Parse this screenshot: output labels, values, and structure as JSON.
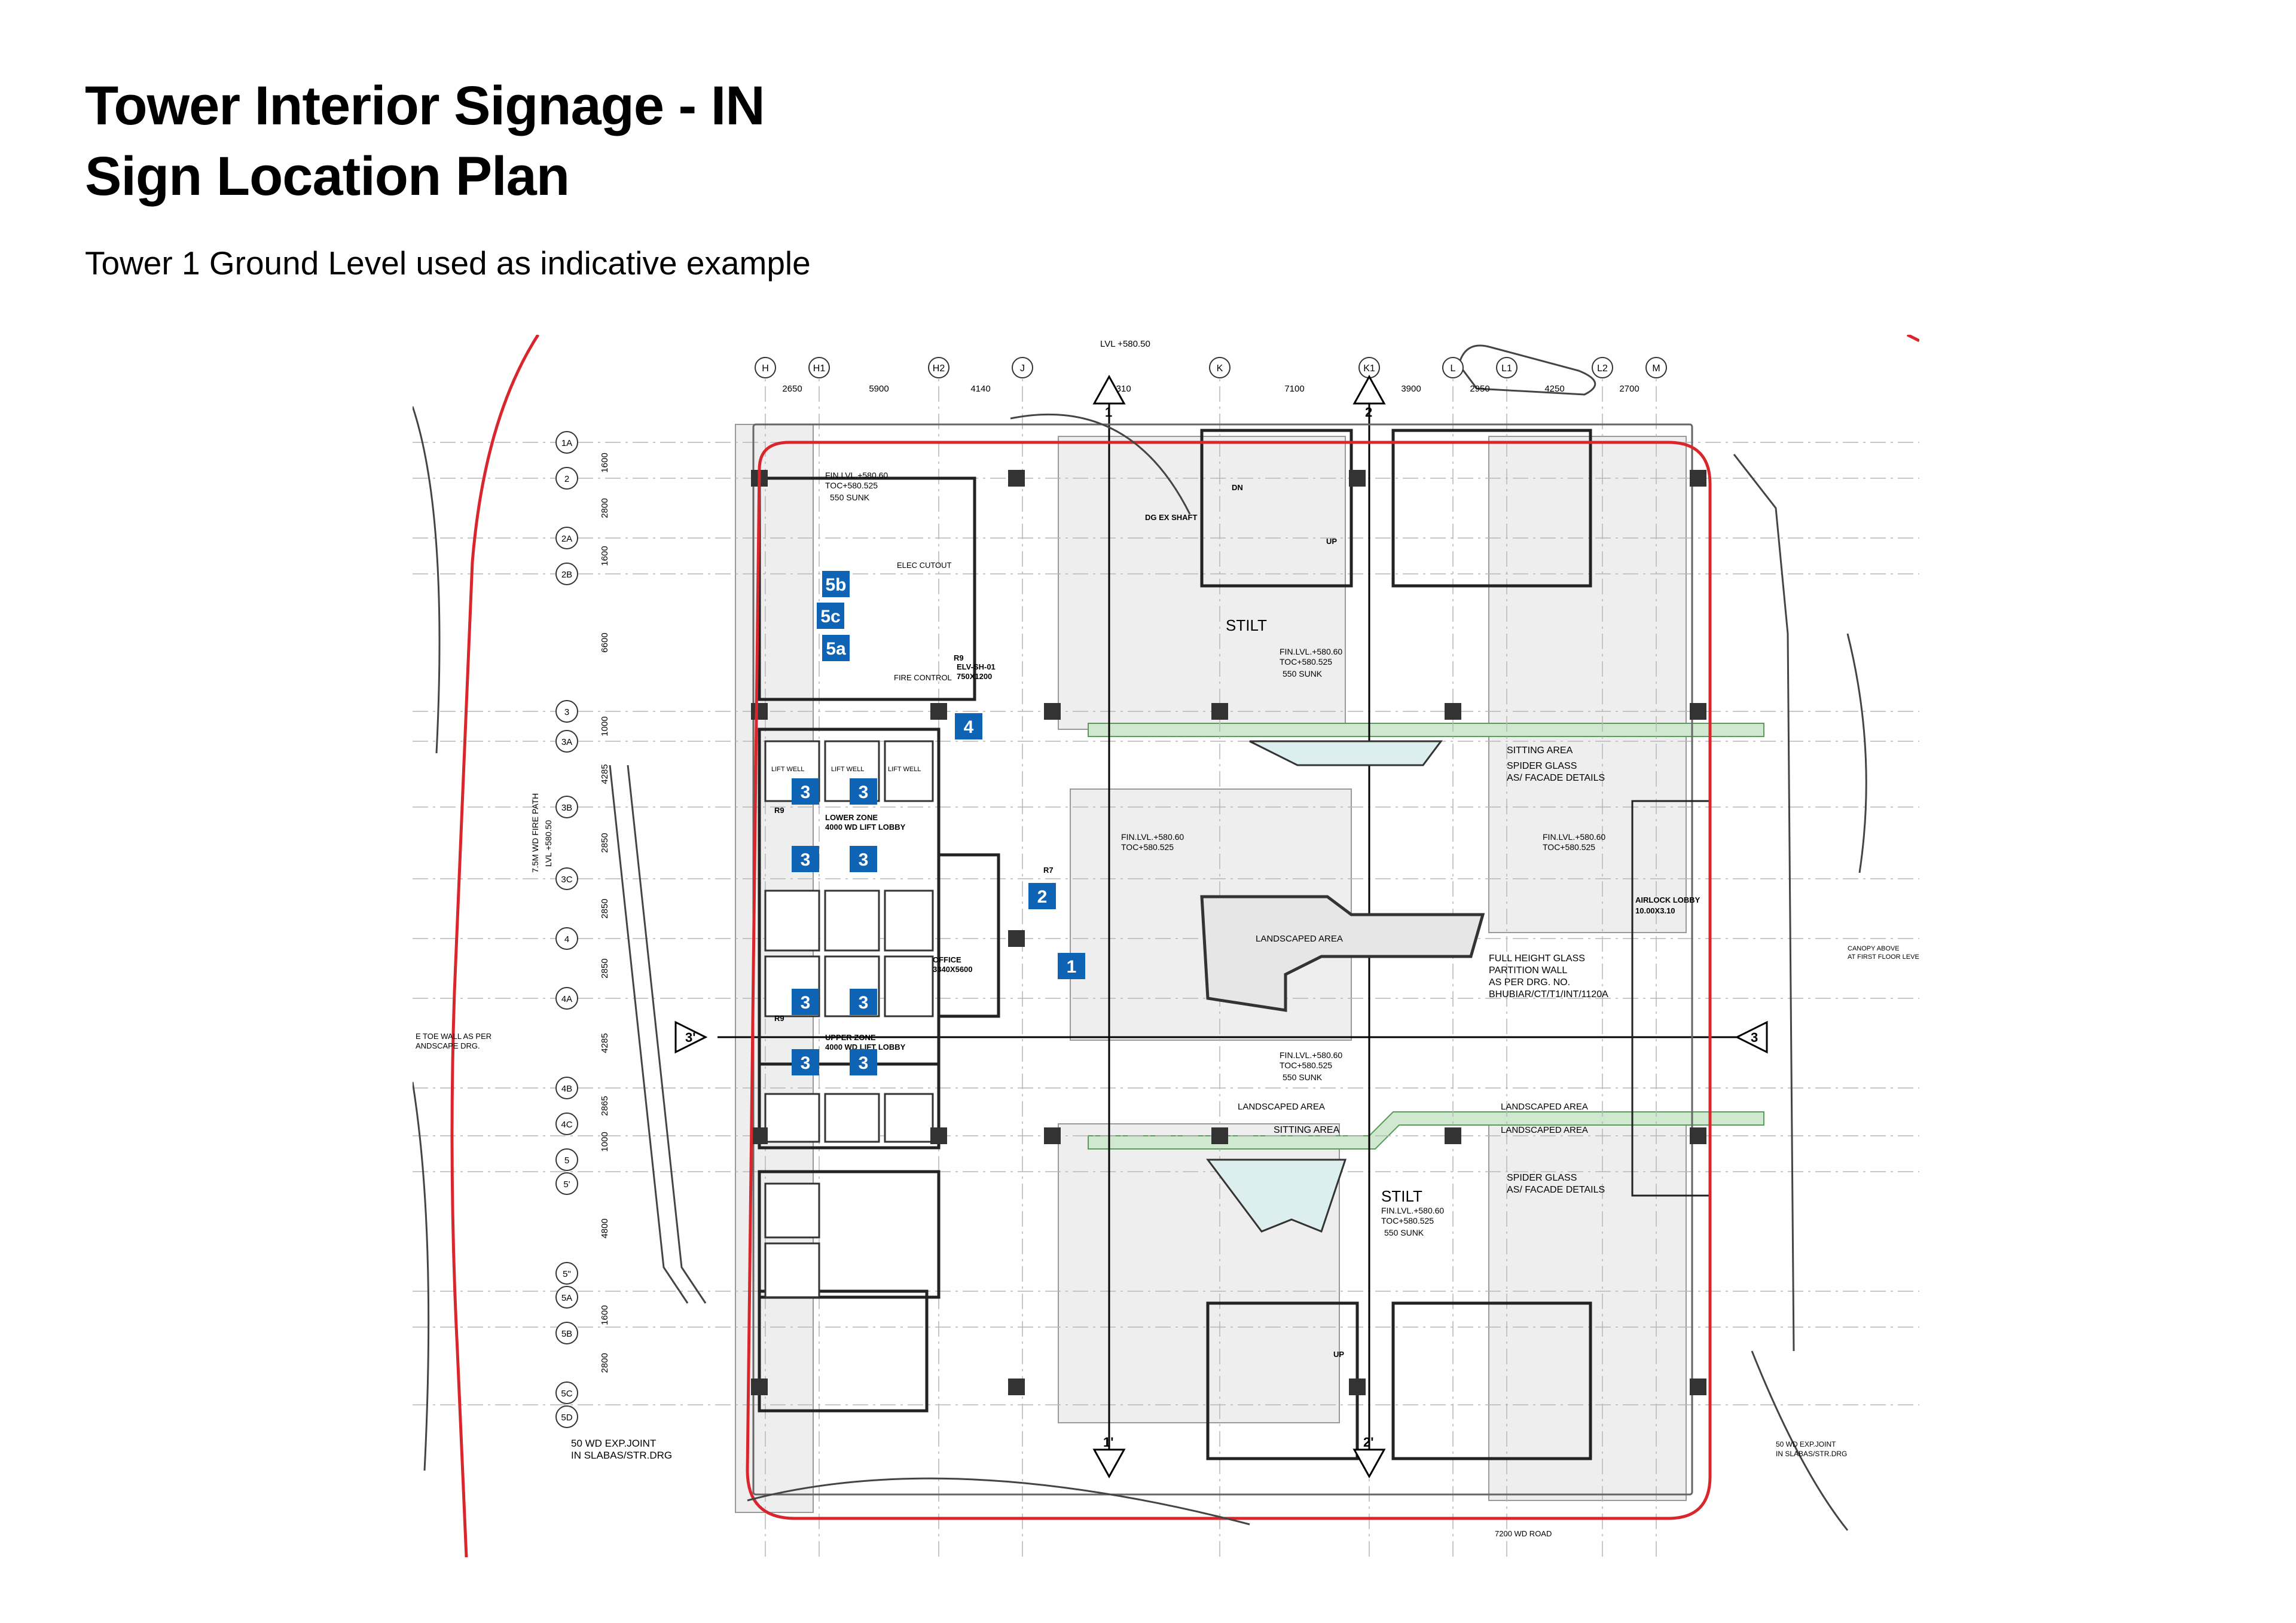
{
  "header": {
    "title_line1": "Tower Interior Signage - IN",
    "title_line2": "Sign Location Plan",
    "subtitle": "Tower 1 Ground Level used as indicative example"
  },
  "colors": {
    "marker_fill": "#0e63b4",
    "marker_text": "#ffffff",
    "boundary_red": "#d9262c",
    "drawing_line": "#444444",
    "landscape_fill": "#eeeeee",
    "hedge_green": "#cfe8cf"
  },
  "drawing": {
    "level_top": "LVL +580.50",
    "col_grid": [
      "H",
      "H1",
      "H2",
      "J",
      "K",
      "K1",
      "L",
      "L1",
      "L2",
      "M"
    ],
    "col_dims": [
      "2650",
      "5900",
      "4140",
      "9310",
      "7100",
      "3900",
      "2950",
      "4250",
      "2700"
    ],
    "row_grid": [
      "1A",
      "2",
      "2A",
      "2B",
      "3",
      "3A",
      "3B",
      "3C",
      "4",
      "4A",
      "4B",
      "4C",
      "5",
      "5'",
      "5\"",
      "5A",
      "5B",
      "5C",
      "5D"
    ],
    "row_dims": [
      "1600",
      "2800",
      "1600",
      "6600",
      "1000",
      "4285",
      "2850",
      "2850",
      "2850",
      "4285",
      "2865",
      "1000",
      "4800",
      "1600",
      "2800"
    ],
    "section_marks": [
      "1",
      "2",
      "3",
      "1'",
      "2'",
      "3'"
    ],
    "labels": {
      "stilt": "STILT",
      "landscaped_area": "LANDSCAPED AREA",
      "sitting_area": "SITTING AREA",
      "spider_glass": "SPIDER GLASS",
      "facade_details": "AS/ FACADE DETAILS",
      "full_height_glass": "FULL HEIGHT GLASS",
      "partition_wall": "PARTITION WALL",
      "as_per_drg": "AS PER DRG. NO.",
      "drg_no": "BHUBIAR/CT/T1/INT/1120A",
      "airlock_lobby": "AIRLOCK LOBBY",
      "airlock_size": "10.00X3.10",
      "lower_zone": "LOWER ZONE",
      "lower_zone_lobby": "4000 WD LIFT LOBBY",
      "upper_zone": "UPPER ZONE",
      "upper_zone_lobby": "4000 WD LIFT LOBBY",
      "office": "OFFICE",
      "office_size": "3340X5600",
      "fire_control": "FIRE CONTROL",
      "elec_cutout": "ELEC CUTOUT",
      "elv_shaft": "ELV-SH-01",
      "elv_size": "750X1200",
      "dg_shaft": "DG EX SHAFT",
      "lift_well": "LIFT WELL",
      "finlvl": "FIN.LVL.+580.60",
      "toc": "TOC+580.525",
      "sunk": "550 SUNK",
      "expansion_joint_1": "50 WD EXP.JOINT",
      "expansion_joint_2": "IN SLABAS/STR.DRG",
      "expansion_joint_r1": "50 WD EXP.JOINT",
      "expansion_joint_r2": "IN SLABAS/STR.DRG",
      "road": "7200 WD ROAD",
      "fire_path": "7.5M WD FIRE PATH",
      "fire_path_lvl": "LVL +580.50",
      "tde_wall_1": "E TOE WALL AS PER",
      "tde_wall_2": "ANDSCAPE DRG.",
      "canopy_1": "CANOPY ABOVE",
      "canopy_2": "AT FIRST FLOOR LEVEL",
      "dn": "DN",
      "up": "UP",
      "r9": "R9",
      "r7": "R7"
    },
    "sign_markers": [
      "5b",
      "5c",
      "5a",
      "4",
      "3",
      "3",
      "3",
      "3",
      "3",
      "3",
      "3",
      "3",
      "2",
      "1"
    ]
  }
}
